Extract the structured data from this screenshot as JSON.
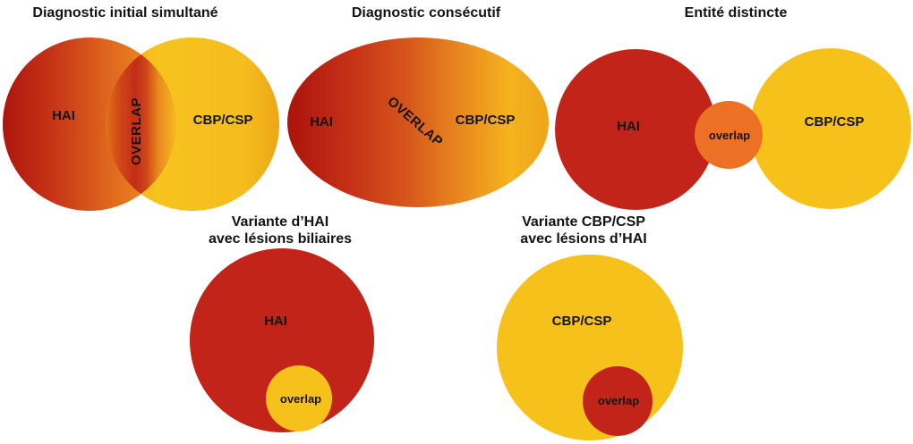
{
  "page": {
    "background": "#ffffff",
    "text_color": "#131313"
  },
  "colors": {
    "solid_red": "#C2241A",
    "solid_yellow": "#F7C11C",
    "solid_orange": "#ED7124",
    "gradient_red_dark": "#AE150D",
    "gradient_orange_mid": "#DE651D",
    "gradient_yellow_end": "#F5BB1E"
  },
  "diagrams": {
    "simultaneous": {
      "title": "Diagnostic initial simultané",
      "left_label": "HAI",
      "overlap_label": "OVERLAP",
      "right_label": "CBP/CSP"
    },
    "consecutive": {
      "title": "Diagnostic consécutif",
      "left_label": "HAI",
      "overlap_label": "OVERLAP",
      "right_label": "CBP/CSP"
    },
    "distinct": {
      "title": "Entité distincte",
      "left_label": "HAI",
      "overlap_label": "overlap",
      "right_label": "CBP/CSP"
    },
    "hai_variant": {
      "title_line1": "Variante d’HAI",
      "title_line2": "avec lésions biliaires",
      "main_label": "HAI",
      "overlap_label": "overlap"
    },
    "cbp_variant": {
      "title_line1": "Variante CBP/CSP",
      "title_line2": "avec lésions d’HAI",
      "main_label": "CBP/CSP",
      "overlap_label": "overlap"
    }
  }
}
